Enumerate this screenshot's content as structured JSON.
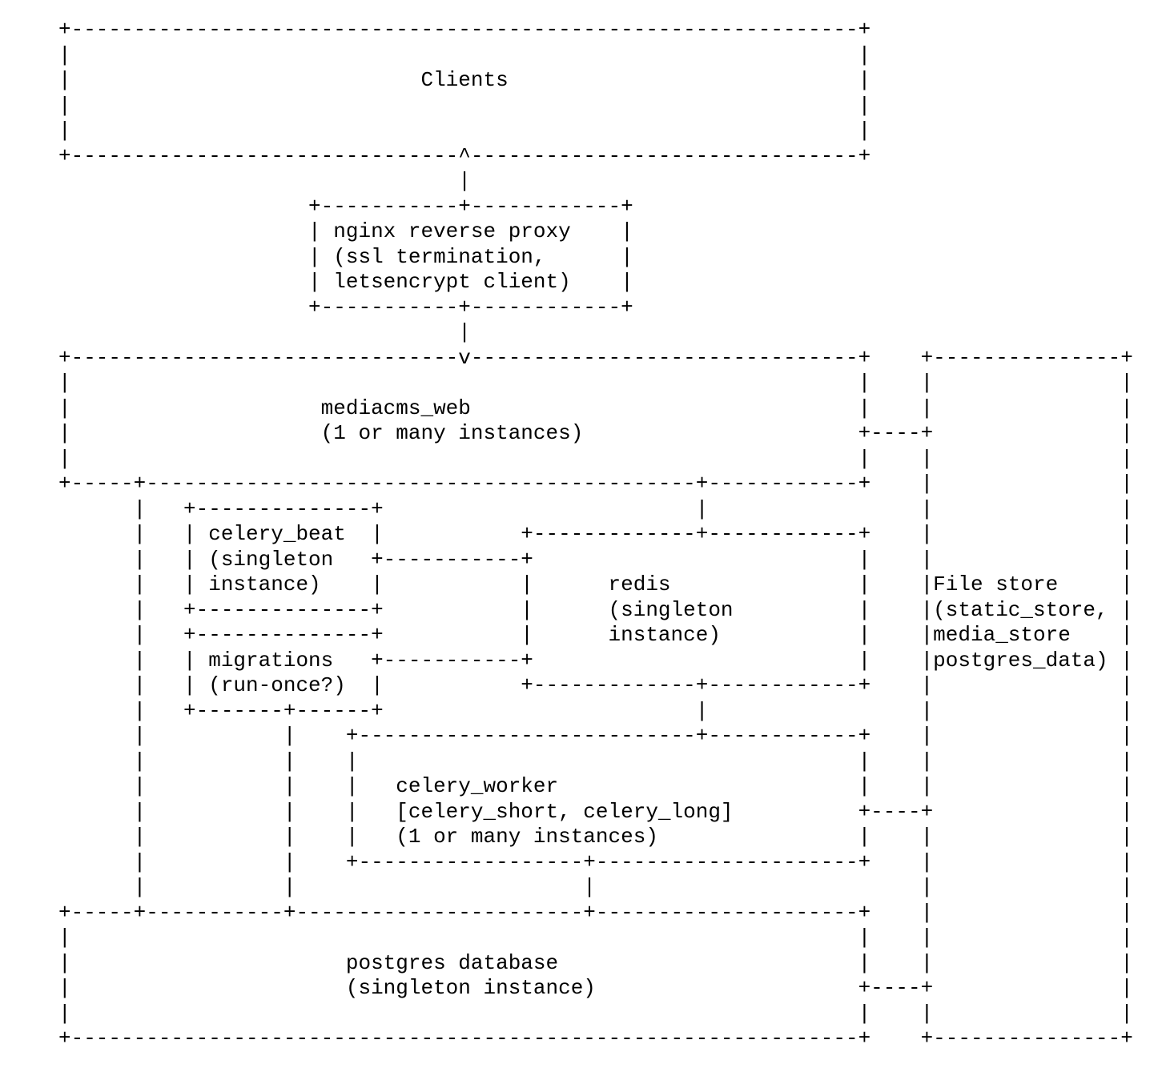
{
  "page": {
    "background": "#ffffff",
    "text_color": "#000000"
  },
  "diagram": {
    "lines": [
      "+---------------------------------------------------------------+",
      "|                                                               |",
      "|                            Clients                            |",
      "|                                                               |",
      "|                                                               |",
      "+-------------------------------^-------------------------------+",
      "                                |",
      "                    +-----------+------------+",
      "                    | nginx reverse proxy    |",
      "                    | (ssl termination,      |",
      "                    | letsencrypt client)    |",
      "                    +-----------+------------+",
      "                                |",
      "+-------------------------------v-------------------------------+    +---------------+",
      "|                                                               |    |               |",
      "|                    mediacms_web                               |    |               |",
      "|                    (1 or many instances)                      +----+               |",
      "|                                                               |    |               |",
      "+-----+--------------------------------------------+------------+    |               |",
      "      |   +--------------+                         |                 |               |",
      "      |   | celery_beat  |           +-------------+------------+    |               |",
      "      |   | (singleton   +-----------+                          |    |               |",
      "      |   | instance)    |           |      redis               |    |File store     |",
      "      |   +--------------+           |      (singleton          |    |(static_store, |",
      "      |   +--------------+           |      instance)           |    |media_store    |",
      "      |   | migrations   +-----------+                          |    |postgres_data) |",
      "      |   | (run-once?)  |           +-------------+------------+    |               |",
      "      |   +-------+------+                         |                 |               |",
      "      |           |    +---------------------------+------------+    |               |",
      "      |           |    |                                        |    |               |",
      "      |           |    |   celery_worker                        |    |               |",
      "      |           |    |   [celery_short, celery_long]          +----+               |",
      "      |           |    |   (1 or many instances)                |    |               |",
      "      |           |    +------------------+---------------------+    |               |",
      "      |           |                       |                          |               |",
      "+-----+-----------+-----------------------+---------------------+    |               |",
      "|                                                               |    |               |",
      "|                      postgres database                        |    |               |",
      "|                      (singleton instance)                     +----+               |",
      "|                                                               |    |               |",
      "+---------------------------------------------------------------+    +---------------+"
    ],
    "nodes": [
      {
        "id": "clients",
        "label": "Clients"
      },
      {
        "id": "nginx",
        "label": "nginx reverse proxy",
        "sublabel": "(ssl termination, letsencrypt client)"
      },
      {
        "id": "mediacms_web",
        "label": "mediacms_web",
        "sublabel": "(1 or many instances)"
      },
      {
        "id": "celery_beat",
        "label": "celery_beat",
        "sublabel": "(singleton instance)"
      },
      {
        "id": "migrations",
        "label": "migrations",
        "sublabel": "(run-once?)"
      },
      {
        "id": "redis",
        "label": "redis",
        "sublabel": "(singleton instance)"
      },
      {
        "id": "celery_worker",
        "label": "celery_worker",
        "sublabel": "[celery_short, celery_long] (1 or many instances)"
      },
      {
        "id": "postgres",
        "label": "postgres database",
        "sublabel": "(singleton instance)"
      },
      {
        "id": "file_store",
        "label": "File store",
        "sublabel": "(static_store, media_store postgres_data)"
      }
    ],
    "edges": [
      "nginx reverse proxy -> Clients (^)",
      "nginx reverse proxy -> mediacms_web (v)",
      "mediacms_web - redis",
      "celery_beat - redis",
      "migrations - redis",
      "redis - celery_worker",
      "mediacms_web - postgres database",
      "migrations - postgres database",
      "celery_worker - postgres database",
      "mediacms_web - File store",
      "celery_worker - File store",
      "postgres database - File store"
    ]
  }
}
